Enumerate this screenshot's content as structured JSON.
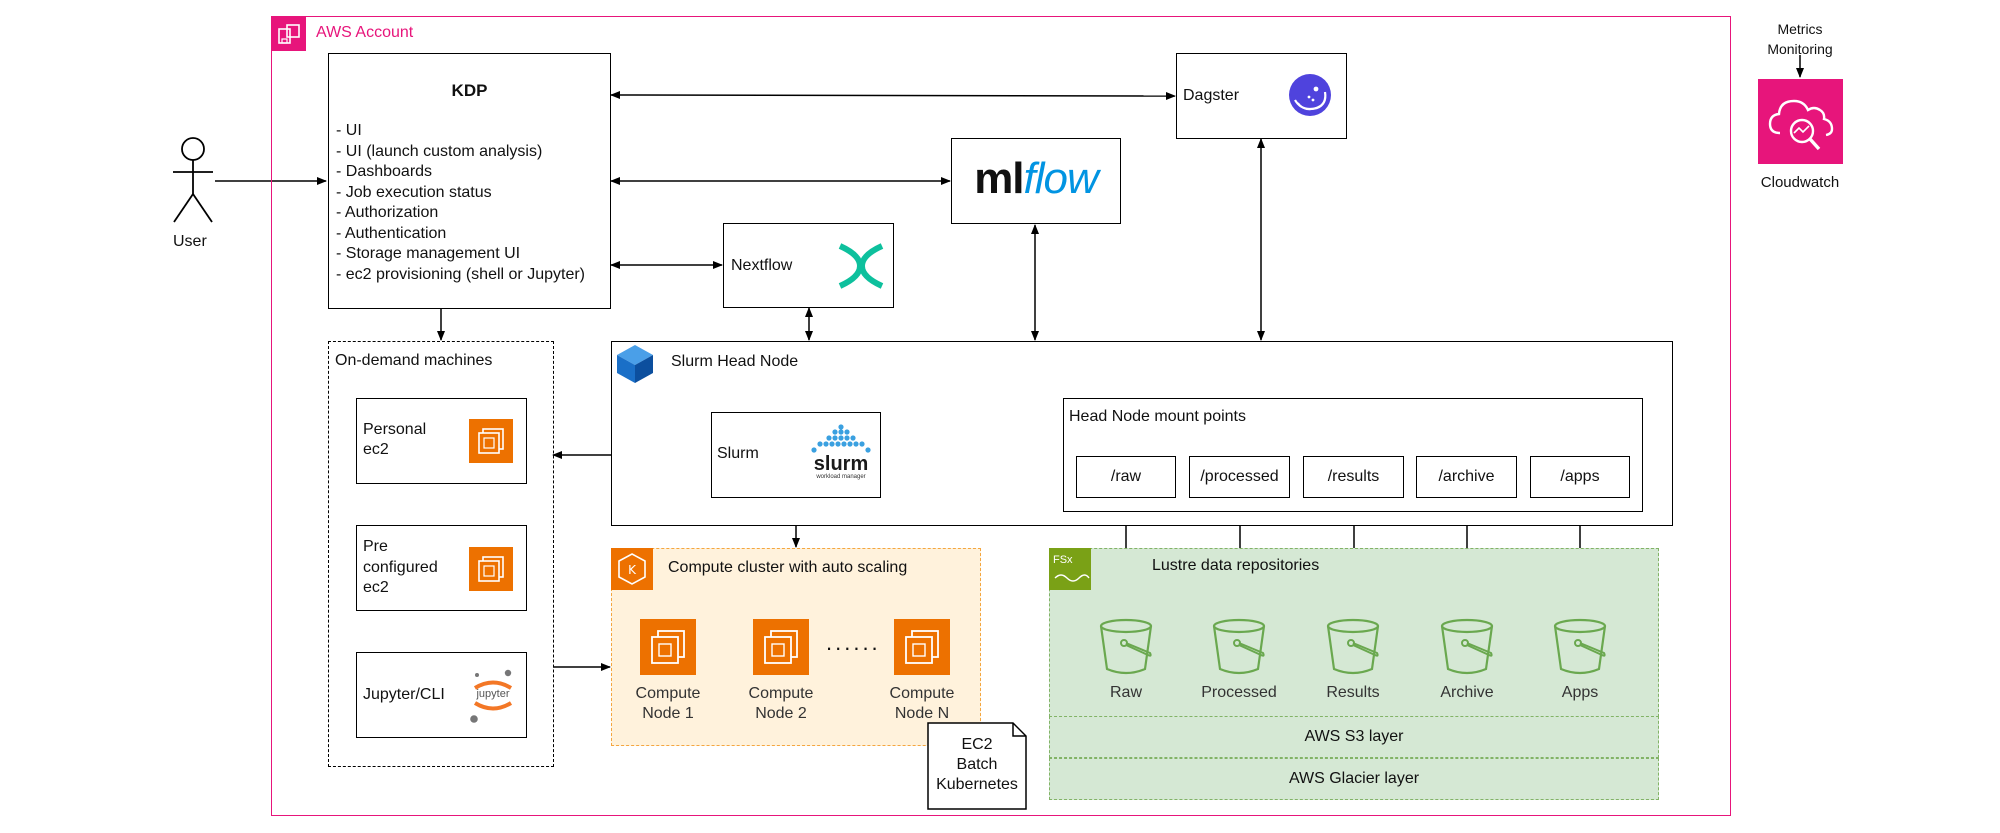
{
  "account": {
    "label": "AWS Account"
  },
  "user": {
    "label": "User"
  },
  "kdp": {
    "title": "KDP",
    "items": [
      "- UI",
      "- UI (launch custom analysis)",
      "- Dashboards",
      "- Job execution status",
      "- Authorization",
      "- Authentication",
      "- Storage management UI",
      "- ec2 provisioning (shell or Jupyter)"
    ]
  },
  "dagster": {
    "label": "Dagster"
  },
  "mlflow": {
    "ml": "ml",
    "flow": "flow"
  },
  "nextflow": {
    "label": "Nextflow"
  },
  "monitoring": {
    "line1": "Metrics",
    "line2": "Monitoring",
    "label": "Cloudwatch"
  },
  "ondemand": {
    "title": "On-demand machines",
    "personal": "Personal\nec2",
    "preconfigured": "Pre\nconfigured\nec2",
    "jupyter": "Jupyter/CLI",
    "jupyter_logo": "jupyter"
  },
  "head_node": {
    "title": "Slurm Head Node",
    "slurm_label": "Slurm",
    "slurm_logo": "slurm",
    "slurm_tagline": "workload manager",
    "mounts_title": "Head Node mount points",
    "mounts": [
      "/raw",
      "/processed",
      "/results",
      "/archive",
      "/apps"
    ]
  },
  "compute": {
    "title": "Compute cluster with auto scaling",
    "nodes": [
      "Compute\nNode 1",
      "Compute\nNode 2",
      "Compute\nNode N"
    ],
    "dots": "......",
    "note": "EC2\nBatch\nKubernetes"
  },
  "lustre": {
    "title": "Lustre data repositories",
    "fsx_badge": "FSx",
    "buckets": [
      "Raw",
      "Processed",
      "Results",
      "Archive",
      "Apps"
    ],
    "s3_layer": "AWS S3 layer",
    "glacier_layer": "AWS Glacier layer"
  },
  "colors": {
    "account_border": "#e7157b",
    "ec2_orange": "#ed7100",
    "cloudwatch_pink": "#e7157b",
    "lustre_green": "#d5e8d4",
    "lustre_border": "#82b366",
    "compute_fill": "#fff2dc",
    "compute_border": "#f4a640",
    "mlflow_blue": "#0194e2",
    "nextflow_teal": "#0dc09d"
  }
}
